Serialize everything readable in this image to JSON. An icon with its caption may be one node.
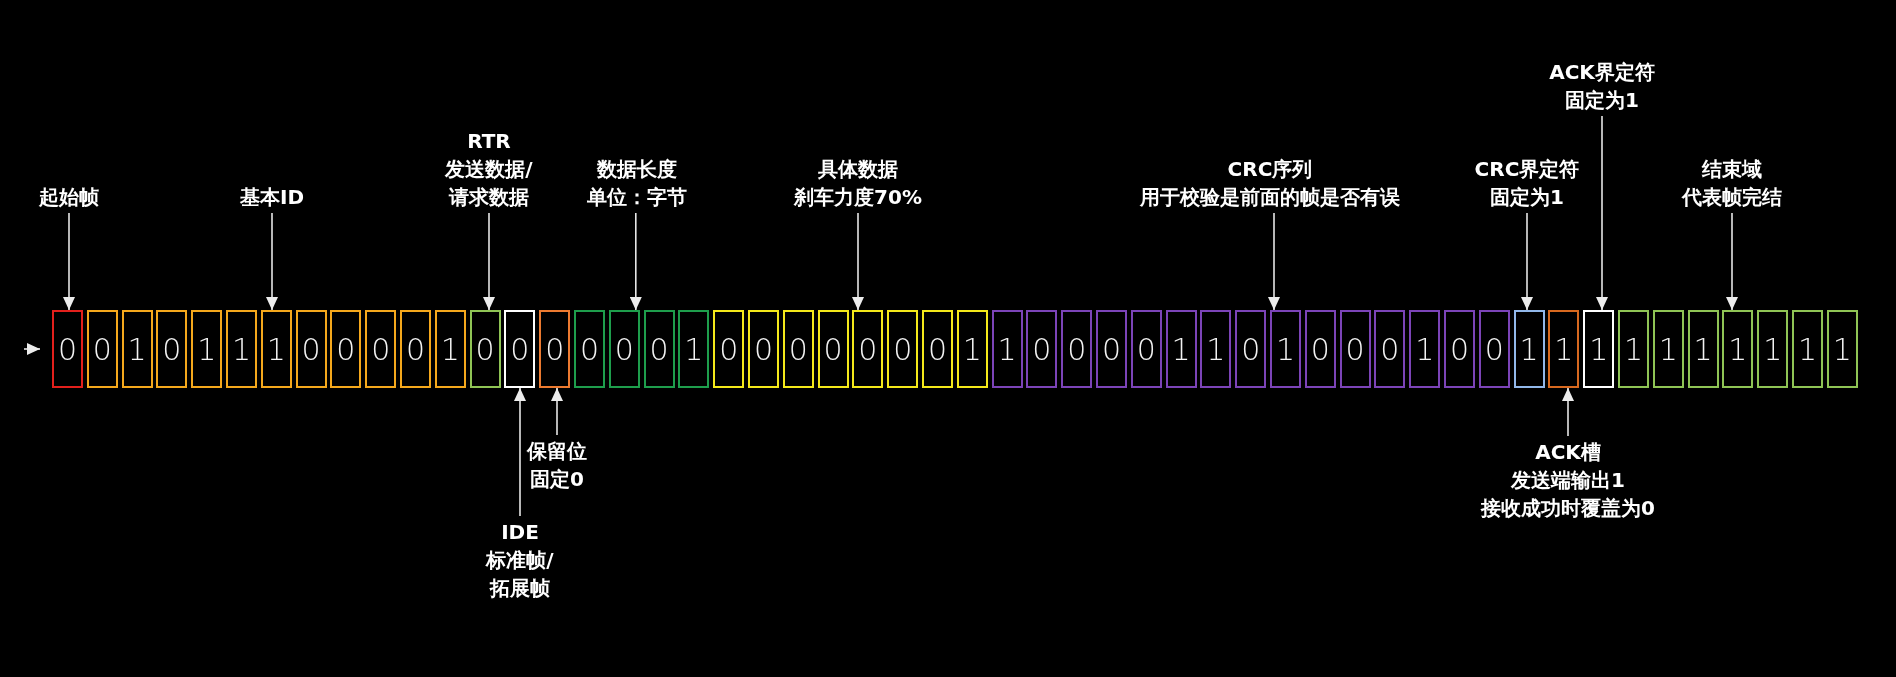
{
  "diagram": {
    "nodes": [
      {
        "text": [
          "0"
        ]
      },
      {
        "text": [
          "0"
        ]
      },
      {
        "text": [
          "1"
        ]
      },
      {
        "text": [
          "0"
        ]
      },
      {
        "text": [
          "1"
        ]
      },
      {
        "text": [
          "1"
        ]
      },
      {
        "text": [
          "1"
        ]
      },
      {
        "text": [
          "0"
        ]
      },
      {
        "text": [
          "0"
        ]
      },
      {
        "text": [
          "0"
        ]
      },
      {
        "text": [
          "0"
        ]
      },
      {
        "text": [
          "1"
        ]
      },
      {
        "text": [
          "0"
        ]
      },
      {
        "text": [
          "0"
        ]
      },
      {
        "text": [
          "0"
        ]
      },
      {
        "text": [
          "0"
        ]
      },
      {
        "text": [
          "0"
        ]
      },
      {
        "text": [
          "0"
        ]
      },
      {
        "text": [
          "1"
        ]
      },
      {
        "text": [
          "0"
        ]
      },
      {
        "text": [
          "0"
        ]
      },
      {
        "text": [
          "0"
        ]
      },
      {
        "text": [
          "0"
        ]
      },
      {
        "text": [
          "0"
        ]
      },
      {
        "text": [
          "0"
        ]
      },
      {
        "text": [
          "0"
        ]
      },
      {
        "text": [
          "1"
        ]
      },
      {
        "text": [
          "1"
        ]
      },
      {
        "text": [
          "0"
        ]
      },
      {
        "text": [
          "0"
        ]
      },
      {
        "text": [
          "0"
        ]
      },
      {
        "text": [
          "0"
        ]
      },
      {
        "text": [
          "1"
        ]
      },
      {
        "text": [
          "1"
        ]
      },
      {
        "text": [
          "0"
        ]
      },
      {
        "text": [
          "1"
        ]
      },
      {
        "text": [
          "0"
        ]
      },
      {
        "text": [
          "0"
        ]
      },
      {
        "text": [
          "0"
        ]
      },
      {
        "text": [
          "1"
        ]
      },
      {
        "text": [
          "0"
        ]
      },
      {
        "text": [
          "0"
        ]
      },
      {
        "text": [
          "1"
        ]
      },
      {
        "text": [
          "1"
        ]
      },
      {
        "text": [
          "1"
        ]
      },
      {
        "text": [
          "1"
        ]
      },
      {
        "text": [
          "1"
        ]
      },
      {
        "text": [
          "1"
        ]
      },
      {
        "text": [
          "1"
        ]
      },
      {
        "text": [
          "1"
        ]
      },
      {
        "text": [
          "1"
        ]
      },
      {
        "text": [
          "1"
        ]
      },
      {
        "text": [
          "起始帧"
        ]
      },
      {
        "text": [
          "基本ID"
        ]
      },
      {
        "text": [
          "RTR",
          "发送数据/请求数据"
        ]
      },
      {
        "text": [
          "数据长度",
          "单位：字节"
        ]
      },
      {
        "text": [
          "具体数据",
          "刹车力度70%"
        ]
      },
      {
        "text": [
          "CRC序列",
          "用于校验是前面的帧是否有误"
        ]
      },
      {
        "text": [
          "CRC界定符",
          "固定为1"
        ]
      },
      {
        "text": [
          "ACK界定符",
          "固定为1"
        ]
      },
      {
        "text": [
          "结束域",
          "代表帧完结"
        ]
      },
      {
        "text": [
          "保留位",
          "固定0"
        ]
      },
      {
        "text": [
          "IDE",
          "标准帧/拓展帧"
        ]
      },
      {
        "text": [
          "ACK槽",
          "发送端输出1",
          "接收成功时覆盖为0"
        ]
      }
    ],
    "edges": [
      {
        "from": null,
        "to": 0,
        "arrow": "to"
      },
      {
        "from": 52,
        "to": 0,
        "arrow": "to"
      },
      {
        "from": 53,
        "to": 6,
        "arrow": "to"
      },
      {
        "from": 54,
        "to": 12,
        "arrow": "to"
      },
      {
        "from": 55,
        "to": 16,
        "arrow": "to"
      },
      {
        "from": 56,
        "to": 23,
        "arrow": "to"
      },
      {
        "from": 57,
        "to": 35,
        "arrow": "to"
      },
      {
        "from": 58,
        "to": 42,
        "arrow": "to"
      },
      {
        "from": 59,
        "to": 44,
        "arrow": "to"
      },
      {
        "from": 60,
        "to": 48,
        "arrow": "to"
      },
      {
        "from": 61,
        "to": 14,
        "arrow": "to"
      },
      {
        "from": 62,
        "to": 13,
        "arrow": "to"
      },
      {
        "from": 63,
        "to": 43,
        "arrow": "to"
      }
    ]
  }
}
